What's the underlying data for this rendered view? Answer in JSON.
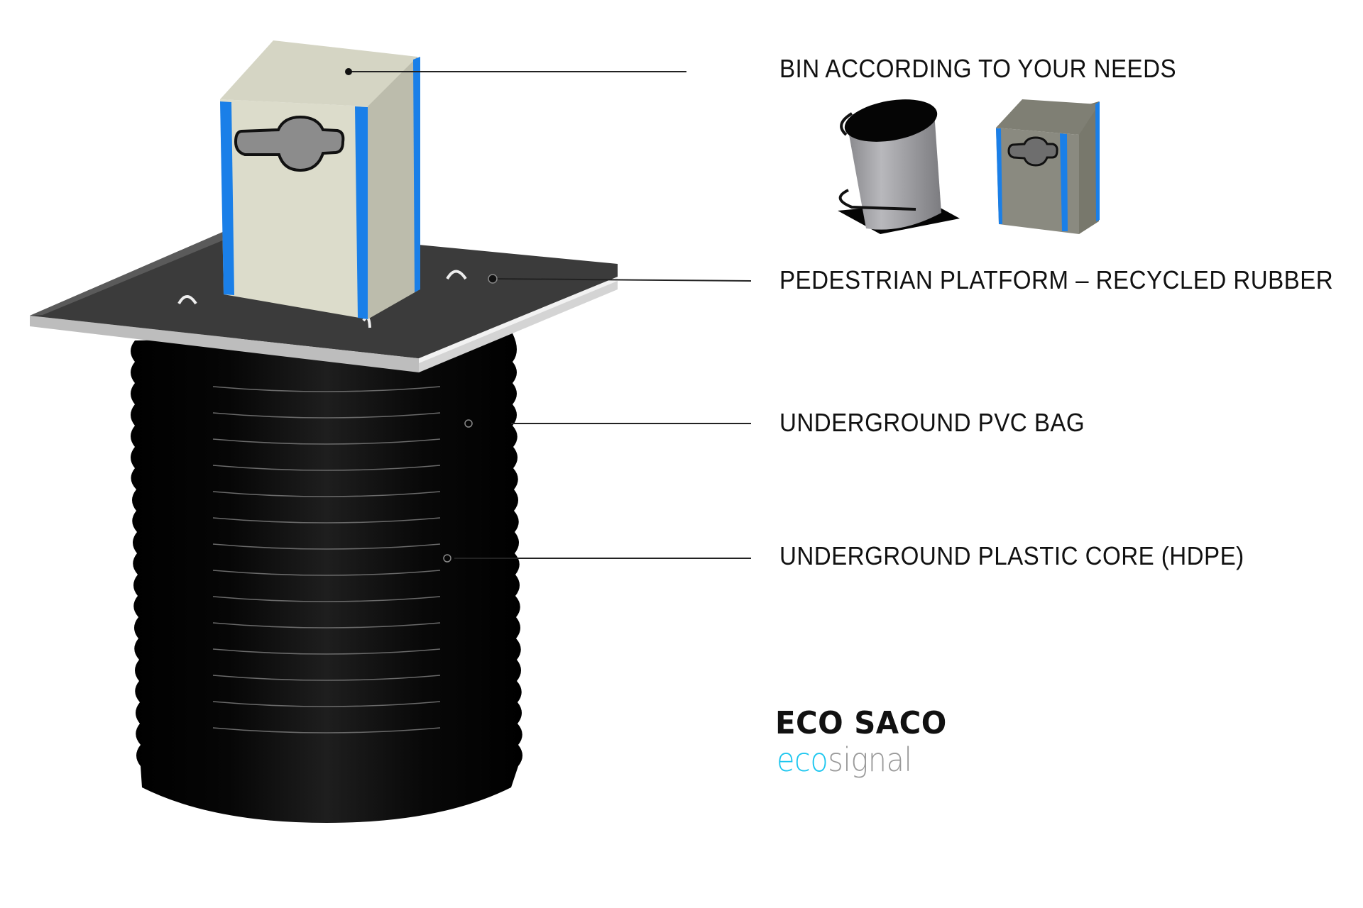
{
  "product": {
    "name": "ECO SACO",
    "brand_prefix": "eco",
    "brand_suffix": "signal"
  },
  "callouts": [
    {
      "id": "bin",
      "label": "BIN ACCORDING TO YOUR NEEDS"
    },
    {
      "id": "platform",
      "label": "PEDESTRIAN PLATFORM – RECYCLED RUBBER"
    },
    {
      "id": "bag",
      "label": "UNDERGROUND PVC BAG"
    },
    {
      "id": "core",
      "label": "UNDERGROUND PLASTIC CORE (HDPE)"
    }
  ],
  "bin_options": [
    {
      "type": "pedal-bin",
      "color": "#8e8e93"
    },
    {
      "type": "box-bin",
      "color": "#8a8a80"
    }
  ],
  "colors": {
    "accent_blue": "#1a7fe8",
    "bin_body": "#d9d9c9",
    "platform": "#3a3a3a",
    "core": "#050505",
    "brand_cyan": "#1cc6ef",
    "brand_grey": "#9a9a9a"
  }
}
